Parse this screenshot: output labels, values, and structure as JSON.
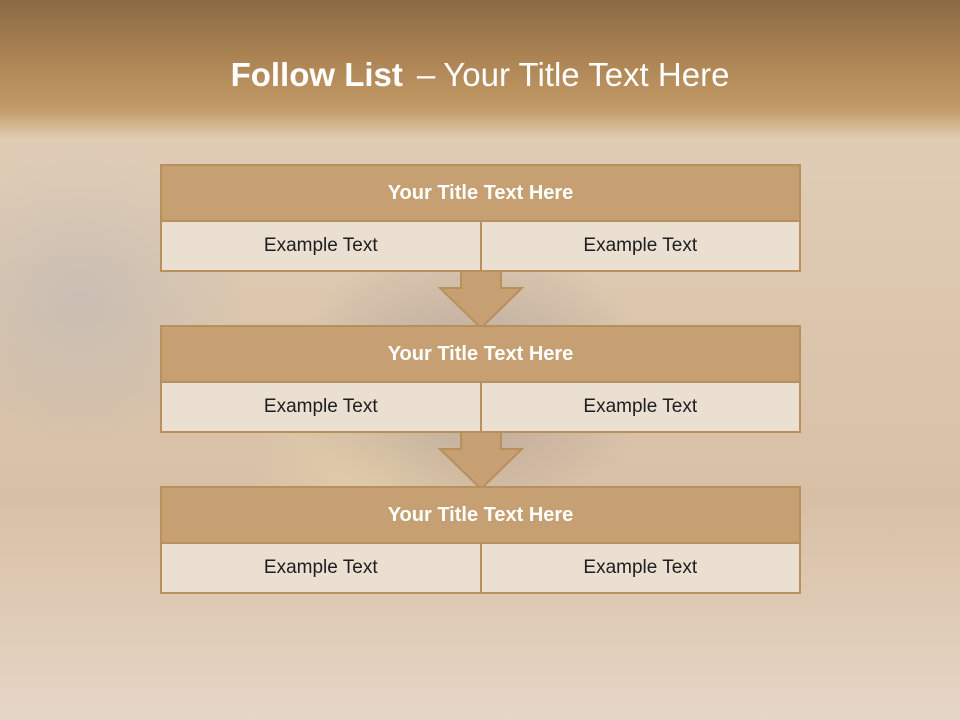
{
  "slide": {
    "title_bold": "Follow List",
    "title_dash": "–",
    "title_rest": "Your Title Text Here"
  },
  "steps": [
    {
      "title": "Your Title Text Here",
      "left": "Example Text",
      "right": "Example Text"
    },
    {
      "title": "Your Title Text Here",
      "left": "Example Text",
      "right": "Example Text"
    },
    {
      "title": "Your Title Text Here",
      "left": "Example Text",
      "right": "Example Text"
    }
  ],
  "colors": {
    "header_fill": "#c6a072",
    "cell_fill": "#eadfd1",
    "border": "#b8905e",
    "arrow_fill": "#c6a072"
  },
  "icons": [
    "down-arrow-icon"
  ]
}
